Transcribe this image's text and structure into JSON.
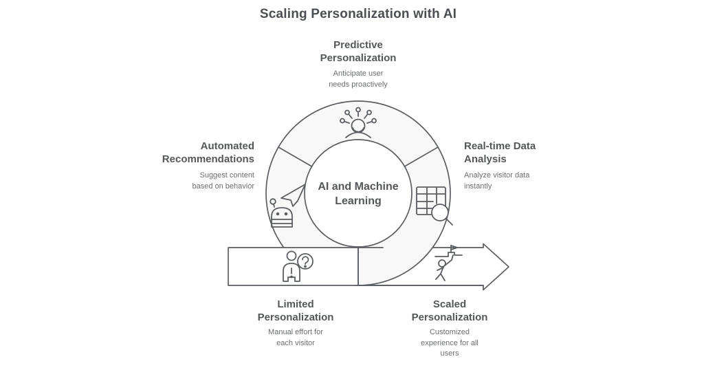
{
  "title": "Scaling Personalization with AI",
  "center": {
    "label": "AI and Machine\nLearning"
  },
  "stages": {
    "predictive": {
      "title": "Predictive\nPersonalization",
      "desc": "Anticipate user\nneeds proactively",
      "icon": "mind-rays-icon"
    },
    "automated": {
      "title": "Automated\nRecommendations",
      "desc": "Suggest content\nbased on behavior",
      "icon": "robot-send-icon"
    },
    "realtime": {
      "title": "Real-time Data\nAnalysis",
      "desc": "Analyze visitor data\ninstantly",
      "icon": "table-search-icon"
    },
    "limited": {
      "title": "Limited\nPersonalization",
      "desc": "Manual effort for\neach visitor",
      "icon": "person-question-icon"
    },
    "scaled": {
      "title": "Scaled\nPersonalization",
      "desc": "Customized\nexperience for all\nusers",
      "icon": "climber-flag-icon"
    }
  },
  "colors": {
    "stroke": "#5a5d61",
    "ring_fill": "#f8f8f8",
    "background": "#ffffff",
    "heading_text": "#54575a",
    "body_text": "#6b6e71",
    "title_text": "#4b4e52"
  }
}
